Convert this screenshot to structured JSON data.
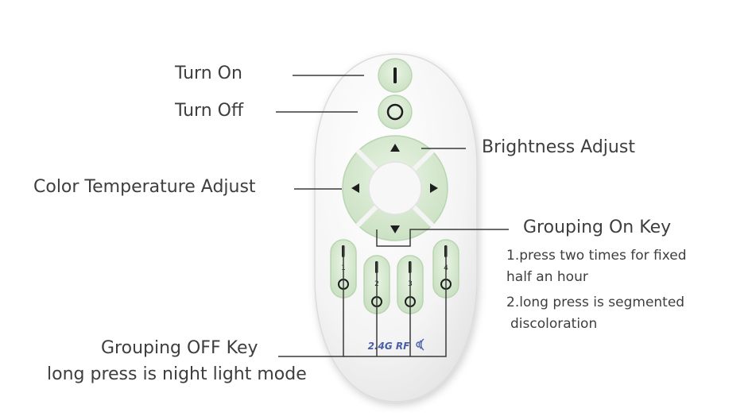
{
  "labels": {
    "turn_on": "Turn On",
    "turn_off": "Turn Off",
    "brightness": "Brightness Adjust",
    "color_temp": "Color Temperature Adjust",
    "grouping_on": "Grouping On Key",
    "grouping_on_note1a": "1.press two times for fixed",
    "grouping_on_note1b": "half an hour",
    "grouping_on_note2a": "2.long press is segmented",
    "grouping_on_note2b": "discoloration",
    "grouping_off": "Grouping OFF Key",
    "grouping_off_note": "long press is night light mode"
  },
  "remote": {
    "brand": "2.4G RF",
    "group_numbers": [
      "1",
      "2",
      "3",
      "4"
    ],
    "colors": {
      "body": "#f5f5f5",
      "button_green": "#d6ead0",
      "button_rim": "#b9d5b2",
      "dpad_center": "#f7f7f7",
      "symbol": "#1e1e1e",
      "brand_blue": "#4a5fa8",
      "leader_line": "#3a3a3a"
    },
    "icons": {
      "on": "power-on-bar-icon",
      "off": "power-off-ring-icon",
      "up": "up-triangle-icon",
      "down": "down-triangle-icon",
      "left": "left-triangle-icon",
      "right": "right-triangle-icon",
      "rf": "rf-signal-icon"
    }
  }
}
